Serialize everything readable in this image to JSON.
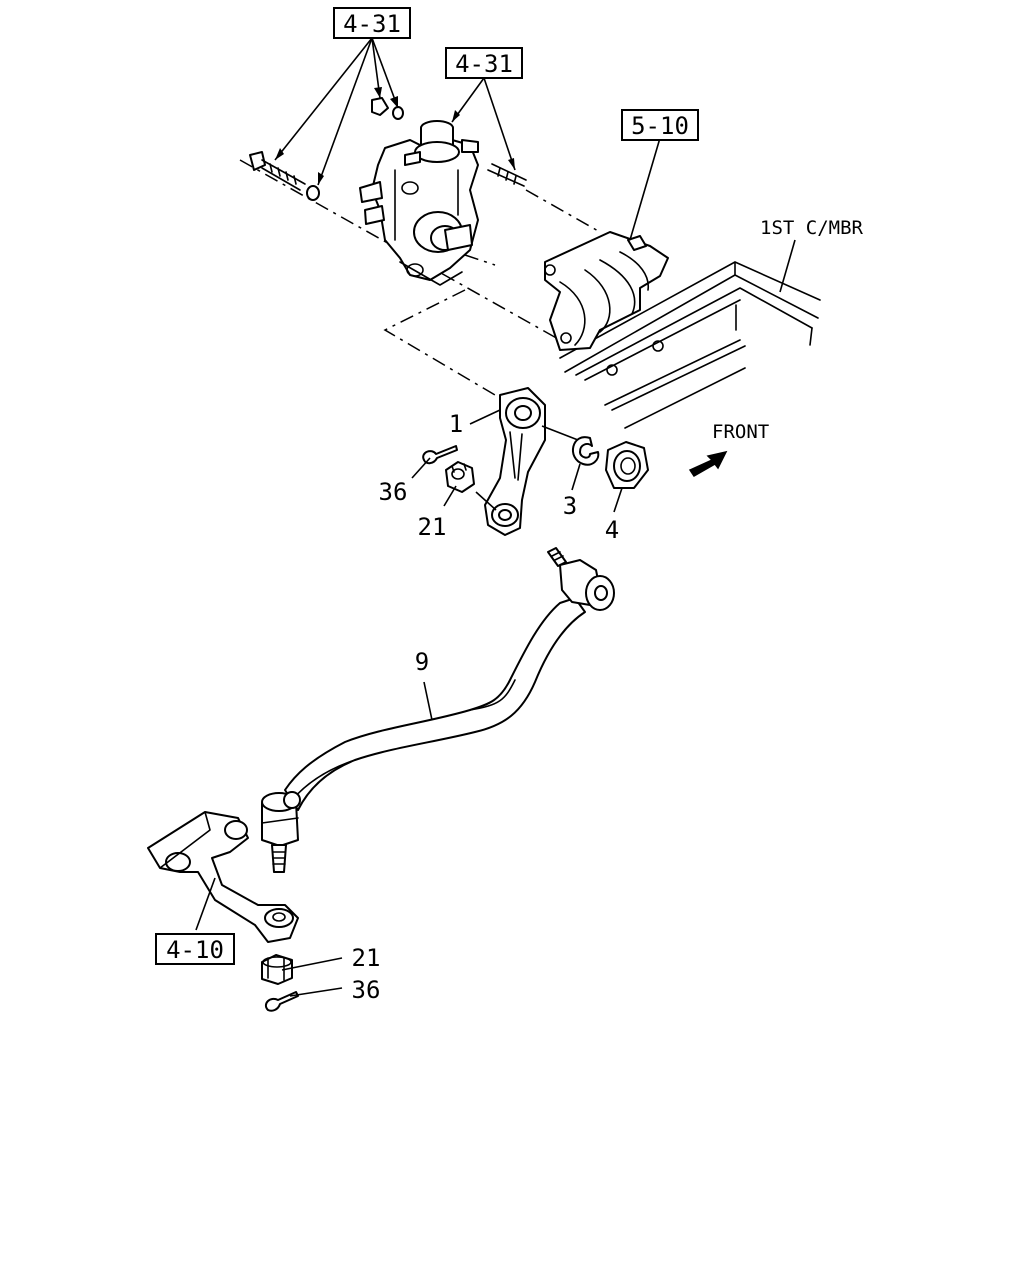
{
  "ref_boxes": {
    "ref_4_31_a": "4-31",
    "ref_4_31_b": "4-31",
    "ref_5_10": "5-10",
    "ref_4_10": "4-10"
  },
  "labels": {
    "crossmember": "1ST C/MBR",
    "front": "FRONT"
  },
  "callouts": {
    "pitman_arm": "1",
    "cotter_pin_upper": "36",
    "castle_nut_upper": "21",
    "lock_washer": "3",
    "nut": "4",
    "drag_link": "9",
    "castle_nut_lower": "21",
    "cotter_pin_lower": "36"
  }
}
